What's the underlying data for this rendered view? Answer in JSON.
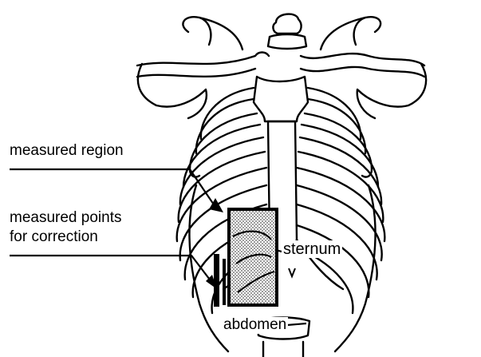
{
  "labels": {
    "measured_region": "measured region",
    "measured_points_line1": "measured points",
    "measured_points_line2": "for correction",
    "sternum": "sternum",
    "abdomen": "abdomen"
  },
  "colors": {
    "ink": "#000000",
    "paper": "#ffffff",
    "region_fill": "#d4d4d4"
  }
}
